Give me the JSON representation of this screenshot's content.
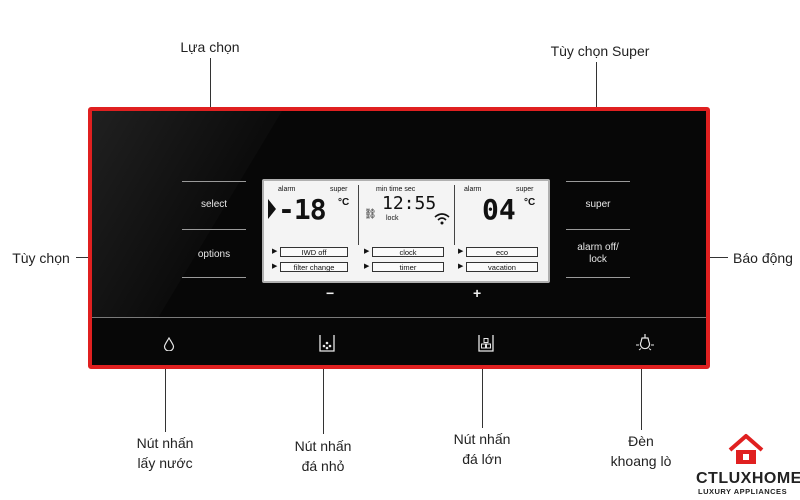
{
  "callouts": {
    "select_callout": "Lựa chọn",
    "super_callout": "Tùy chọn Super",
    "options_callout": "Tùy chọn",
    "alarm_callout": "Báo động",
    "water_callout_l1": "Nút nhấn",
    "water_callout_l2": "lấy nước",
    "small_ice_callout_l1": "Nút nhấn",
    "small_ice_callout_l2": "đá nhỏ",
    "large_ice_callout_l1": "Nút nhấn",
    "large_ice_callout_l2": "đá lớn",
    "light_callout_l1": "Đèn",
    "light_callout_l2": "khoang lò"
  },
  "panel": {
    "select_label": "select",
    "options_label": "options",
    "super_label": "super",
    "alarm_label_l1": "alarm off/",
    "alarm_label_l2": "lock",
    "minus": "−",
    "plus": "+"
  },
  "lcd": {
    "left_alarm": "alarm",
    "left_super": "super",
    "freezer_temp": "-18",
    "freezer_unit": "°C",
    "center_header": "min time sec",
    "time": "12:55",
    "lock": "lock",
    "right_alarm": "alarm",
    "right_super": "super",
    "fridge_temp": "04",
    "fridge_unit": "°C",
    "options": [
      "IWD off",
      "clock",
      "eco",
      "filter change",
      "timer",
      "vacation"
    ]
  },
  "icons": {
    "water": "water-drop-icon",
    "small_ice": "small-ice-icon",
    "large_ice": "large-ice-icon",
    "light": "light-bulb-icon",
    "wifi": "wifi-icon"
  },
  "brand": {
    "name": "CTLUXHOME",
    "tagline": "LUXURY APPLIANCES",
    "accent": "#e02020"
  }
}
